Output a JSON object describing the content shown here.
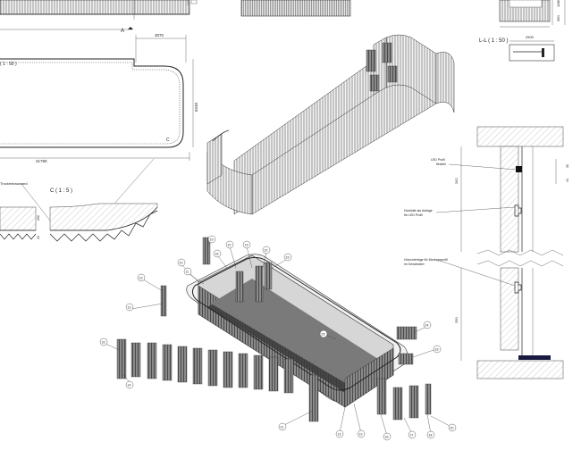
{
  "views": {
    "plan_label": "( 1 : 50 )",
    "section_a_marker": "A",
    "section_a_title": "A-A ( 1 : 2 )",
    "section_l_title": "L-L ( 1 : 50 )",
    "detail_c_title": "C ( 1 : 5 )",
    "detail_c_marker": "C"
  },
  "dimensions": {
    "plan_width_top": "3070",
    "plan_height": "6240",
    "plan_length": "21790",
    "ll_width": "2500",
    "ll_h1": "1080",
    "ll_h2": "360",
    "aa_h1": "262",
    "aa_h2": "30",
    "aa_h3": "44",
    "aa_h4": "250",
    "c_h1": "200",
    "c_h2": "20"
  },
  "annotations": {
    "wall": "Trockenbauwand",
    "led": "LED Profil\nflexibel",
    "led_support": "Holzlatte als Auflage\nfür LED Profil",
    "mount": "Holzunterlage für Montageprofil\nim Gewändeer"
  },
  "callouts": [
    "10",
    "11",
    "12",
    "13",
    "14",
    "15",
    "16",
    "17",
    "18",
    "19",
    "20",
    "21",
    "22",
    "23",
    "24",
    "25",
    "26"
  ]
}
